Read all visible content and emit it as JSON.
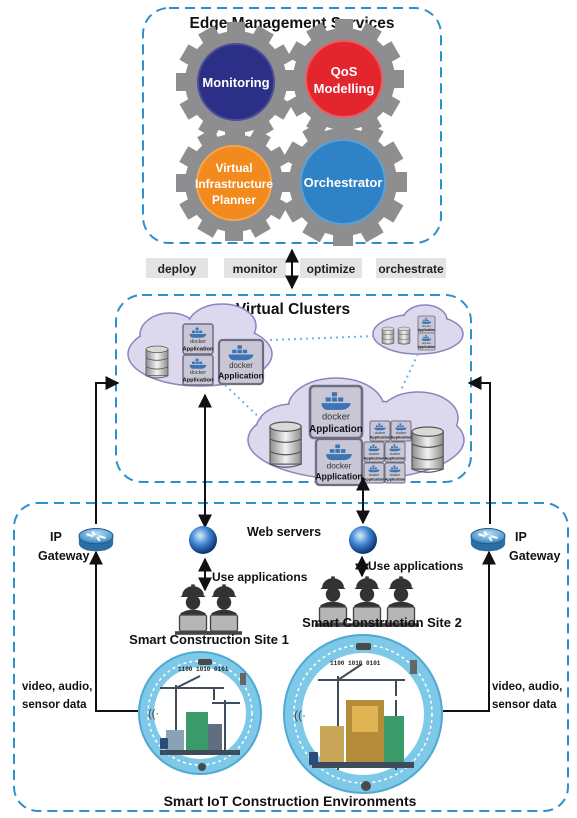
{
  "edge": {
    "title": "Edge Management Services",
    "monitoring": "Monitoring",
    "qos_line1": "QoS",
    "qos_line2": "Modelling",
    "vip_line1": "Virtual",
    "vip_line2": "Infrastructure",
    "vip_line3": "Planner",
    "orchestrator": "Orchestrator"
  },
  "actions": {
    "deploy": "deploy",
    "monitor": "monitor",
    "optimize": "optimize",
    "orchestrate": "orchestrate"
  },
  "clusters": {
    "title": "Virtual Clusters",
    "docker": "docker",
    "application": "Application"
  },
  "site": {
    "web_servers": "Web servers",
    "use_applications": "Use applications",
    "ip": "IP",
    "gateway": "Gateway",
    "site1": "Smart Construction Site 1",
    "site2": "Smart Construction Site 2",
    "data_line1": "video, audio,",
    "data_line2": "sensor data",
    "footer": "Smart IoT Construction Environments",
    "binary": "1100 1010 0101"
  },
  "colors": {
    "dashed_border": "#2e8fcf",
    "monitoring_gear": "#2b2f86",
    "qos_gear": "#e3262d",
    "planner_gear": "#f28a1e",
    "orchestrator_gear": "#2f82c6",
    "gear_metal": "#8e8e90",
    "cloud_fill": "#dcd9ee",
    "ring_fill": "#7ec8e8",
    "action_box": "#e3e3e3"
  }
}
